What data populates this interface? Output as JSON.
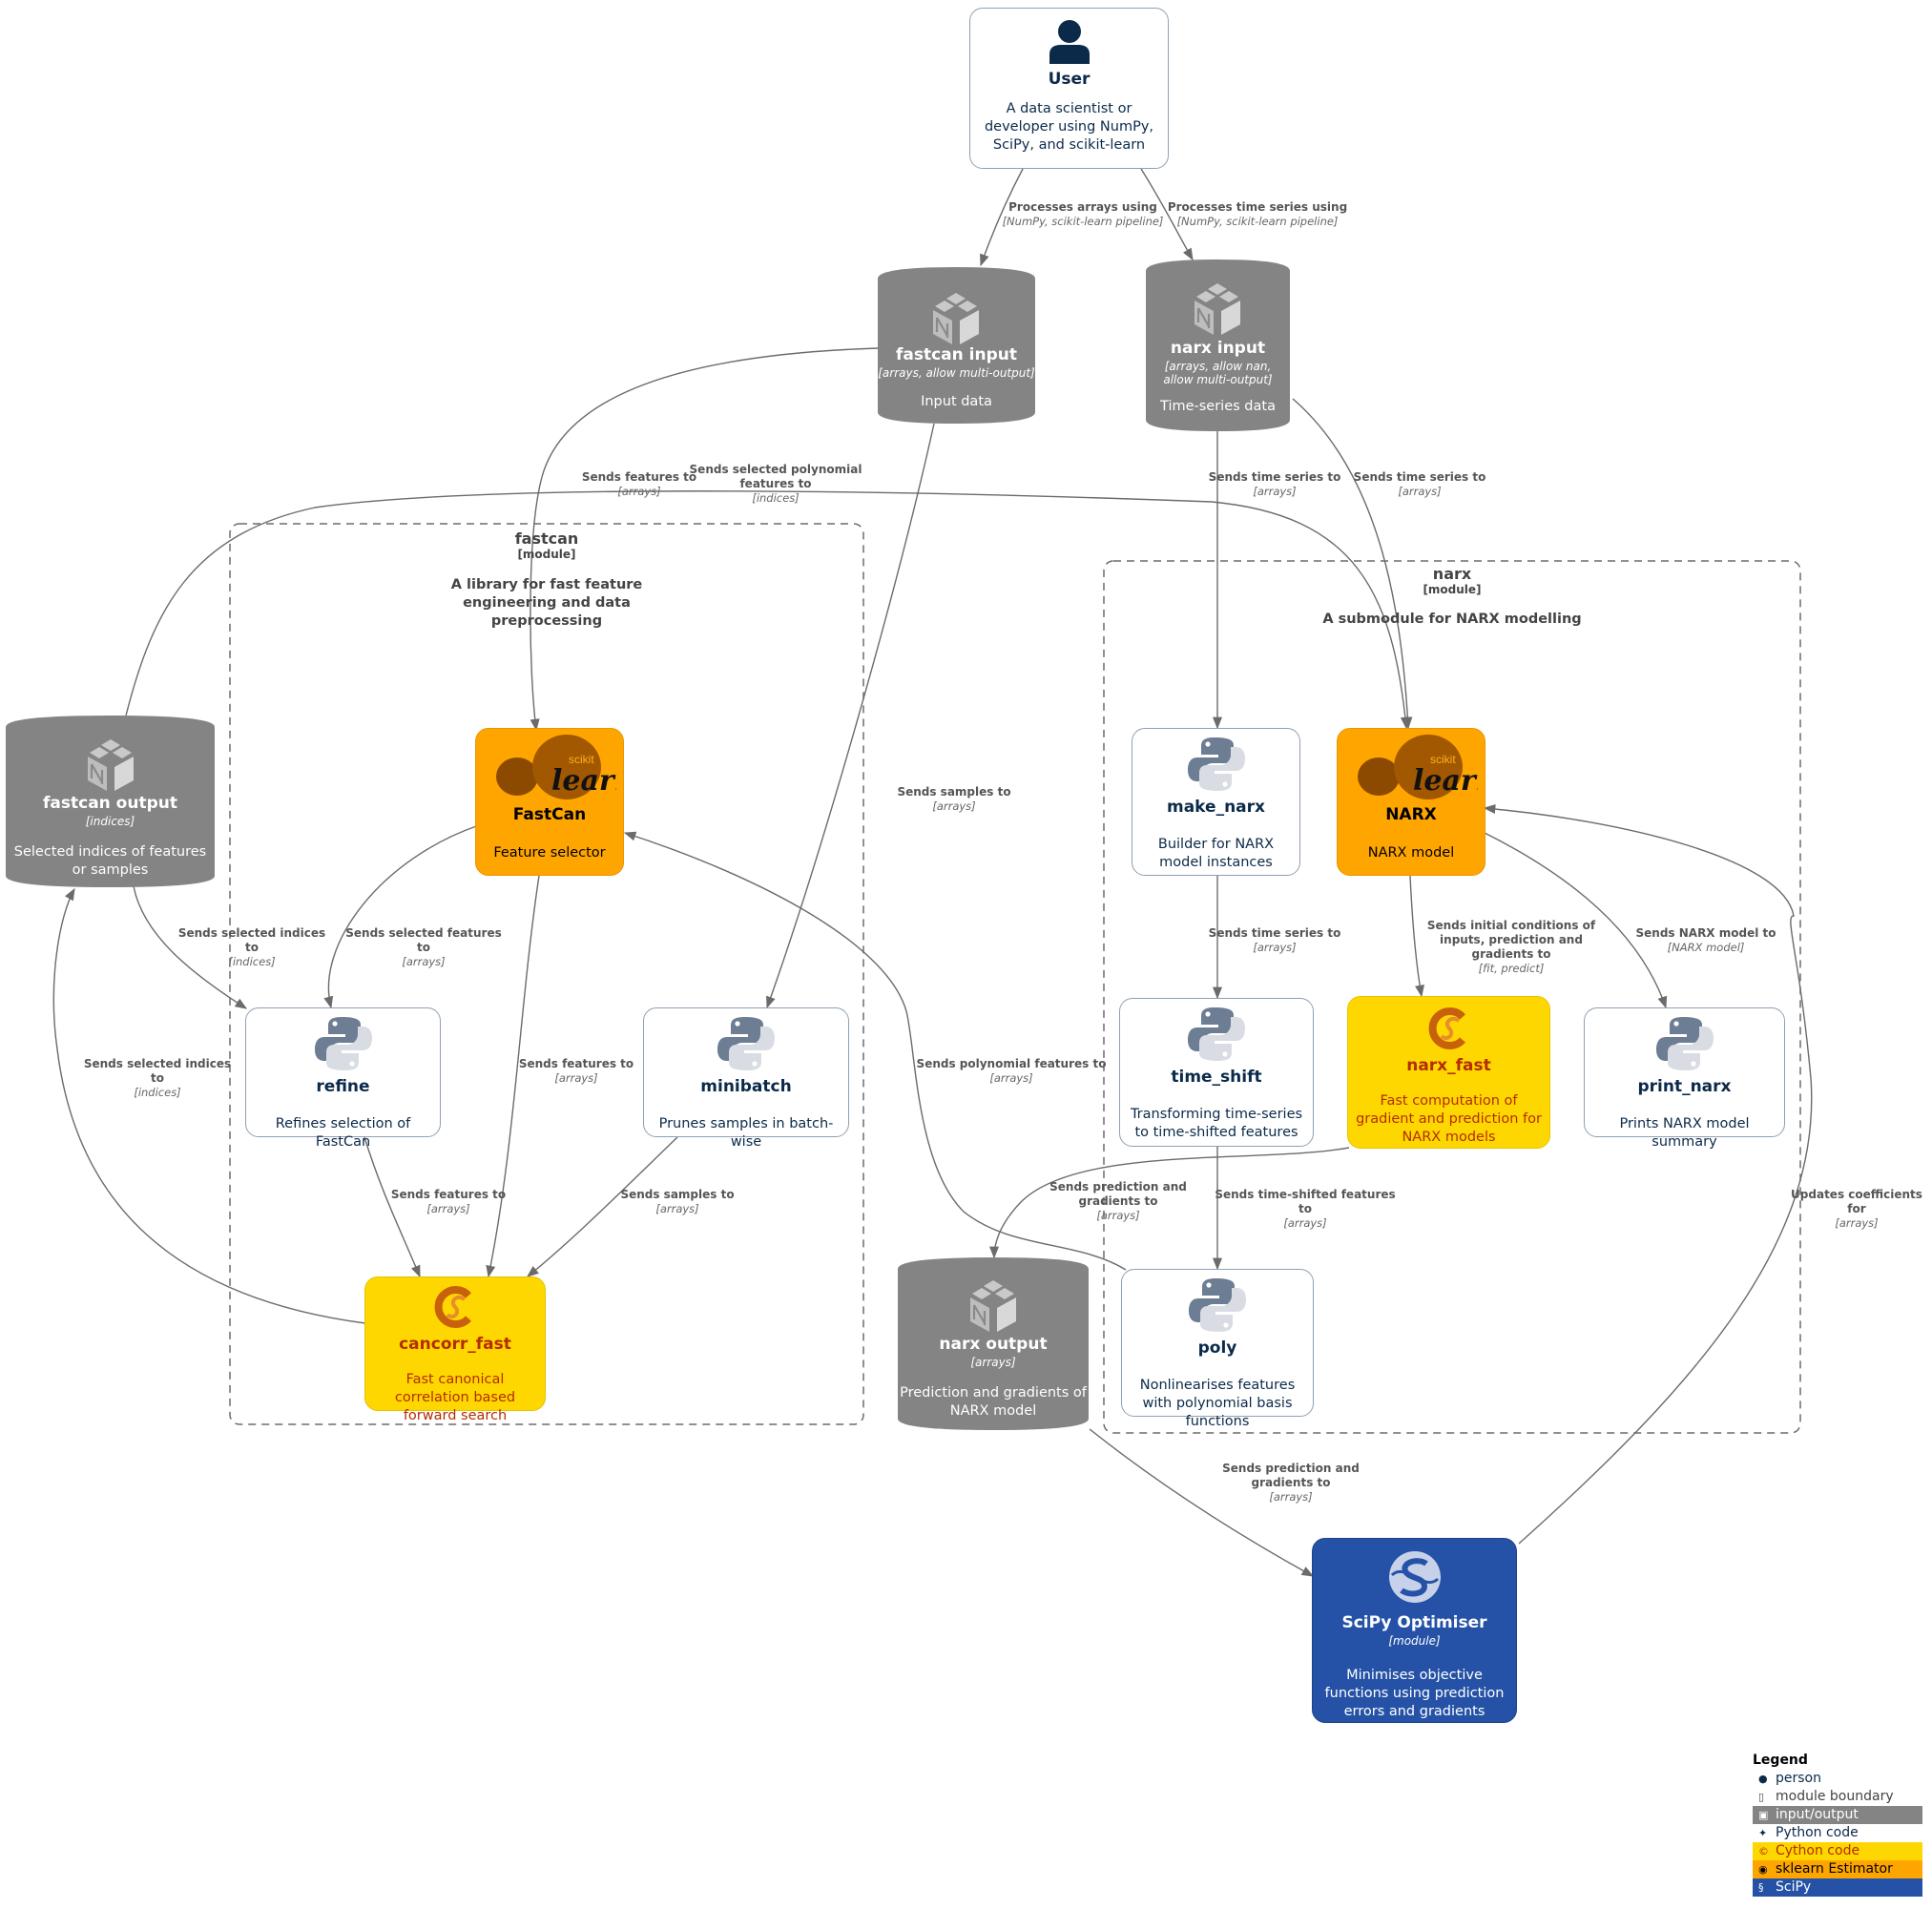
{
  "person": {
    "title": "User",
    "desc": "A data scientist or developer using NumPy, SciPy, and scikit-learn"
  },
  "inputs": {
    "fastcan_input": {
      "title": "fastcan input",
      "tech": "[arrays, allow multi-output]",
      "desc": "Input data"
    },
    "narx_input": {
      "title": "narx input",
      "tech": "[arrays, allow nan, allow multi-output]",
      "desc": "Time-series data"
    },
    "fastcan_output": {
      "title": "fastcan output",
      "tech": "[indices]",
      "desc": "Selected indices of features or samples"
    },
    "narx_output": {
      "title": "narx output",
      "tech": "[arrays]",
      "desc": "Prediction and gradients of NARX model"
    }
  },
  "boundaries": {
    "fastcan": {
      "title": "fastcan",
      "type": "[module]",
      "desc": "A library for fast feature engineering and data preprocessing"
    },
    "narx": {
      "title": "narx",
      "type": "[module]",
      "desc": "A submodule for NARX modelling"
    }
  },
  "components": {
    "fastcan_est": {
      "title": "FastCan",
      "desc": "Feature selector",
      "logo": "learn"
    },
    "refine": {
      "title": "refine",
      "desc": "Refines selection of FastCan"
    },
    "minibatch": {
      "title": "minibatch",
      "desc": "Prunes samples in batch-wise"
    },
    "cancorr_fast": {
      "title": "cancorr_fast",
      "desc": "Fast canonical correlation based forward search"
    },
    "make_narx": {
      "title": "make_narx",
      "desc": "Builder for NARX model instances"
    },
    "narx_est": {
      "title": "NARX",
      "desc": "NARX model",
      "logo": "learn"
    },
    "time_shift": {
      "title": "time_shift",
      "desc": "Transforming time-series to time-shifted features"
    },
    "narx_fast": {
      "title": "narx_fast",
      "desc": "Fast computation of gradient and prediction for NARX models"
    },
    "print_narx": {
      "title": "print_narx",
      "desc": "Prints NARX model summary"
    },
    "poly": {
      "title": "poly",
      "desc": "Nonlinearises features with polynomial basis functions"
    },
    "scipy": {
      "title": "SciPy Optimiser",
      "tech": "[module]",
      "desc": "Minimises objective functions using prediction errors and gradients"
    }
  },
  "edges": {
    "e1": {
      "label": "Processes arrays using",
      "tech": "[NumPy, scikit-learn pipeline]"
    },
    "e2": {
      "label": "Processes time series using",
      "tech": "[NumPy, scikit-learn pipeline]"
    },
    "e3": {
      "label": "Sends features to",
      "tech": "[arrays]"
    },
    "e4": {
      "label": "Sends selected polynomial features to",
      "tech": "[indices]"
    },
    "e5": {
      "label": "Sends time series to",
      "tech": "[arrays]"
    },
    "e6": {
      "label": "Sends time series to",
      "tech": "[arrays]"
    },
    "e7": {
      "label": "Sends samples to",
      "tech": "[arrays]"
    },
    "e8": {
      "label": "Sends selected indices to",
      "tech": "[indices]"
    },
    "e9": {
      "label": "Sends selected features to",
      "tech": "[arrays]"
    },
    "e10": {
      "label": "Sends time series to",
      "tech": "[arrays]"
    },
    "e11": {
      "label": "Sends initial conditions of inputs, prediction and gradients to",
      "tech": "[fit, predict]"
    },
    "e12": {
      "label": "Sends NARX model to",
      "tech": "[NARX model]"
    },
    "e13": {
      "label": "Sends selected indices to",
      "tech": "[indices]"
    },
    "e14": {
      "label": "Sends features to",
      "tech": "[arrays]"
    },
    "e15": {
      "label": "Sends polynomial features to",
      "tech": "[arrays]"
    },
    "e16": {
      "label": "Sends features to",
      "tech": "[arrays]"
    },
    "e17": {
      "label": "Sends samples to",
      "tech": "[arrays]"
    },
    "e18": {
      "label": "Sends prediction and gradients to",
      "tech": "[arrays]"
    },
    "e19": {
      "label": "Sends time-shifted features to",
      "tech": "[arrays]"
    },
    "e20": {
      "label": "Updates coefficients for",
      "tech": "[arrays]"
    },
    "e21": {
      "label": "Sends prediction and gradients to",
      "tech": "[arrays]"
    }
  },
  "legend": {
    "title": "Legend",
    "items": [
      {
        "label": "person",
        "bg": "#ffffff",
        "color": "#0b2a4a",
        "icon": "person-icon"
      },
      {
        "label": "module boundary",
        "bg": "#ffffff",
        "color": "#444444",
        "icon": "boundary-icon"
      },
      {
        "label": "input/output",
        "bg": "#848484",
        "color": "#ffffff",
        "icon": "numpy-icon"
      },
      {
        "label": "Python code",
        "bg": "#ffffff",
        "color": "#0b2a4a",
        "icon": "python-icon"
      },
      {
        "label": "Cython code",
        "bg": "#ffd700",
        "color": "#b32d00",
        "icon": "cython-icon"
      },
      {
        "label": "sklearn Estimator",
        "bg": "#ffa500",
        "color": "#000000",
        "icon": "sklearn-icon"
      },
      {
        "label": "SciPy",
        "bg": "#2552a6",
        "color": "#ffffff",
        "icon": "scipy-icon"
      }
    ]
  },
  "colors": {
    "io": "#848484",
    "python": "#ffffff",
    "cython": "#ffd700",
    "sklearn": "#ffa500",
    "scipy": "#2552a6",
    "text_dark": "#0b2a4a",
    "cython_text": "#b32d00"
  }
}
